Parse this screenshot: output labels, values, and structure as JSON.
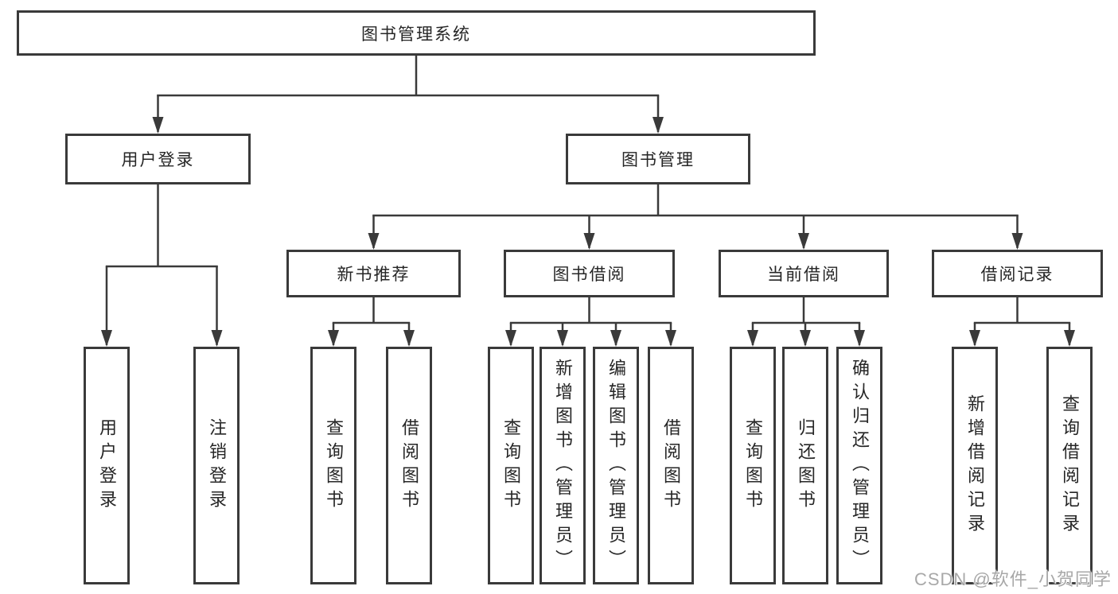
{
  "nodes": {
    "root": "图书管理系统",
    "user_login": "用户登录",
    "book_management": "图书管理",
    "new_book_recommendation": "新书推荐",
    "book_borrowing": "图书借阅",
    "current_borrowing": "当前借阅",
    "borrowing_records": "借阅记录"
  },
  "leaves": {
    "login": "用户登录",
    "logout": "注销登录",
    "recommend_query": "查询图书",
    "recommend_borrow": "借阅图书",
    "borrowing_query": "查询图书",
    "borrowing_add": "新增图书（管理员）",
    "borrowing_edit": "编辑图书（管理员）",
    "borrowing_borrow": "借阅图书",
    "current_query": "查询图书",
    "current_return": "归还图书",
    "current_confirm": "确认归还（管理员）",
    "records_add": "新增借阅记录",
    "records_query": "查询借阅记录"
  },
  "hierarchy": {
    "图书管理系统": {
      "用户登录": [
        "用户登录",
        "注销登录"
      ],
      "图书管理": {
        "新书推荐": [
          "查询图书",
          "借阅图书"
        ],
        "图书借阅": [
          "查询图书",
          "新增图书（管理员）",
          "编辑图书（管理员）",
          "借阅图书"
        ],
        "当前借阅": [
          "查询图书",
          "归还图书",
          "确认归还（管理员）"
        ],
        "借阅记录": [
          "新增借阅记录",
          "查询借阅记录"
        ]
      }
    }
  },
  "watermark": "CSDN @软件_小贺同学",
  "colors": {
    "line": "#3a3a3a",
    "box_border": "#3a3a3a",
    "text": "#262626",
    "watermark": "#a8a8a8",
    "background": "#ffffff"
  }
}
